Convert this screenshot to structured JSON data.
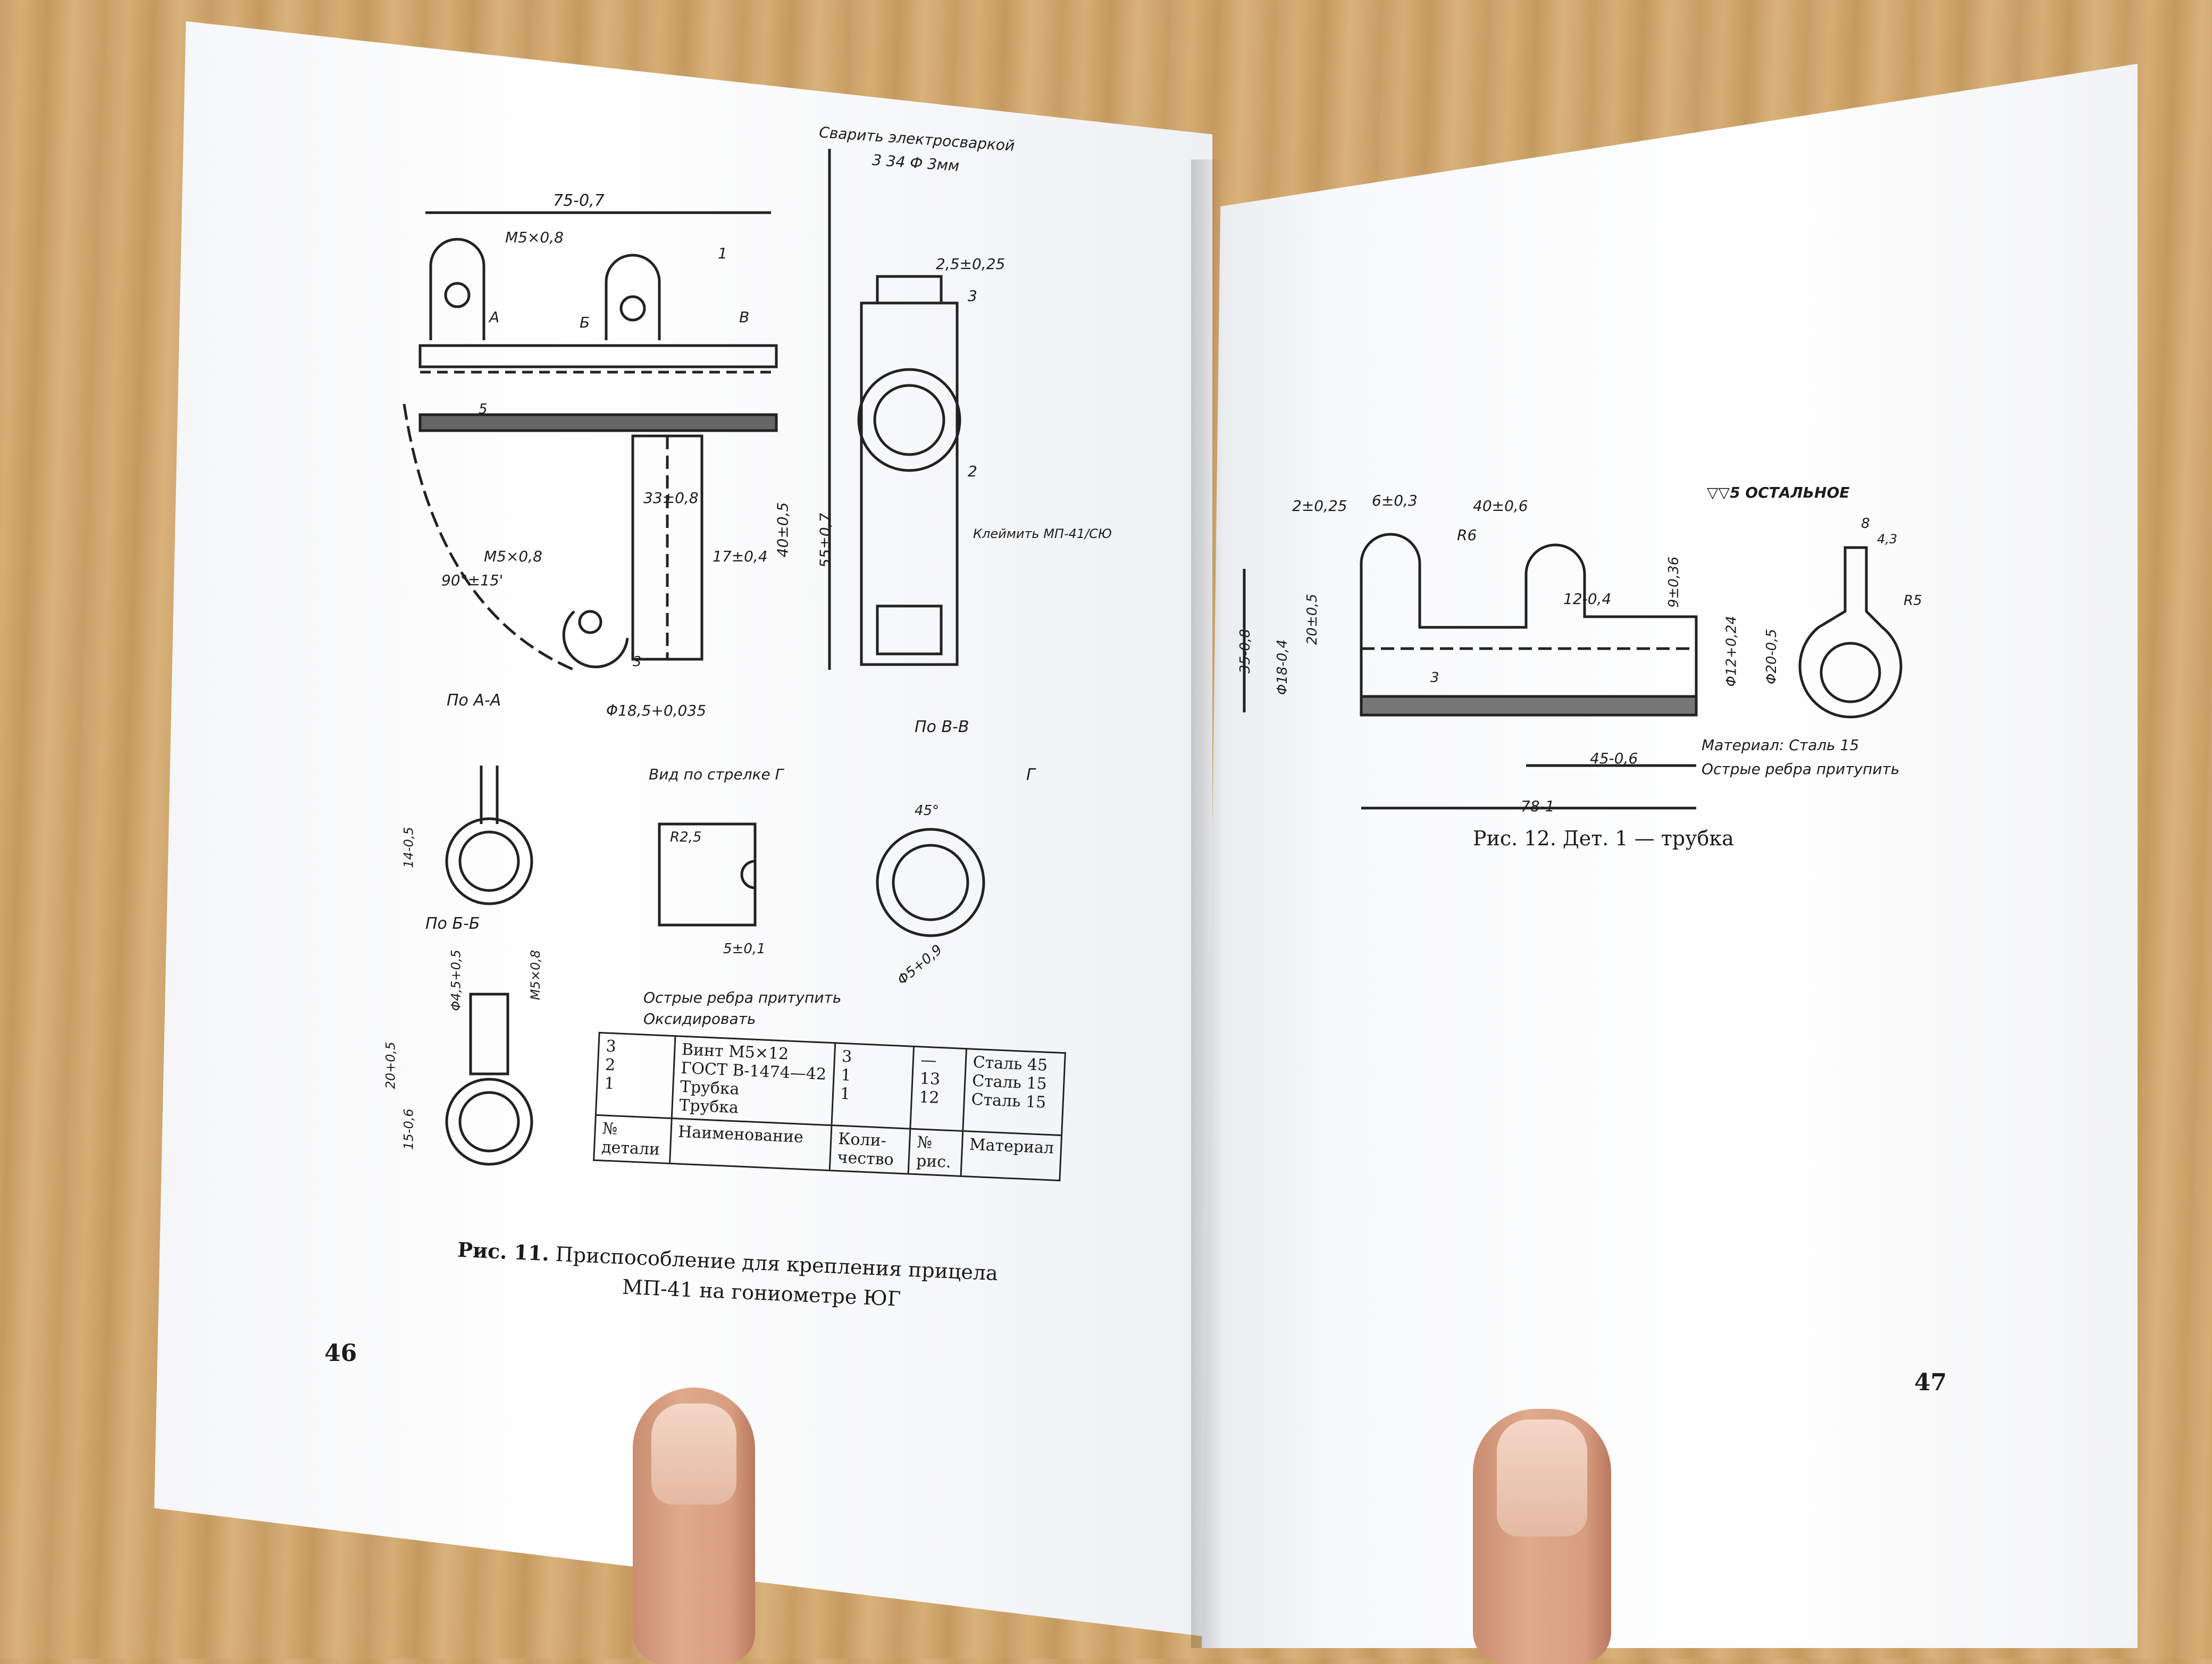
{
  "left_page": {
    "drawing_labels": {
      "weld_note_1": "Сварить электросваркой",
      "weld_note_2": "3 34 Ф 3мм",
      "dim_75": "75-0,7",
      "thread_top": "M5×0,8",
      "thread_left": "M5×0,8",
      "callout_1": "1",
      "callout_2": "2",
      "callout_3": "3",
      "dim_2_5": "2,5±0,25",
      "dim_33": "33±0,8",
      "dim_17": "17±0,4",
      "dim_40": "40±0,5",
      "dim_55": "55±0,7",
      "angle_90": "90°±15'",
      "dim_phi18": "Φ18,5+0,035",
      "stamp_note": "Клеймить МП-41/СЮ",
      "sec_A": "А",
      "sec_B": "Б",
      "sec_V": "В",
      "finish_5": "5",
      "finish_3": "3"
    },
    "section_views": {
      "view_AA": "По А-А",
      "view_BB": "По Б-Б",
      "view_VV": "По В-В",
      "view_arrow": "Вид по стрелке Г",
      "radius": "R2,5",
      "dim_5": "5±0,1",
      "angle_45": "45°",
      "dim_phi5": "Φ5+0,9",
      "arrow_G": "Г",
      "dim_14": "14-0,5",
      "dim_20": "20+0,5",
      "dim_15": "15-0,6",
      "dim_phi45": "Φ4,5+0,5",
      "dim_m5": "M5×0,8"
    },
    "notes": [
      "Острые ребра притупить",
      "Оксидировать"
    ],
    "table": {
      "headers": [
        "№ детали",
        "Наименование",
        "Коли- чество",
        "№ рис.",
        "Материал"
      ],
      "rows": [
        {
          "num": "3",
          "name": "Винт М5×12 ГОСТ В-1474—42",
          "qty": "3",
          "fig": "—",
          "mat": "Сталь 45"
        },
        {
          "num": "2",
          "name": "Трубка",
          "qty": "1",
          "fig": "13",
          "mat": "Сталь 15"
        },
        {
          "num": "1",
          "name": "Трубка",
          "qty": "1",
          "fig": "12",
          "mat": "Сталь 15"
        }
      ]
    },
    "caption_fig": "Рис. 11.",
    "caption_text_1": "Приспособление для крепления прицела",
    "caption_text_2": "МП-41 на гониометре ЮГ",
    "page_number": "46"
  },
  "right_page": {
    "drawing_labels": {
      "finish": "▽▽5 ОСТАЛЬНОЕ",
      "dim_2": "2±0,25",
      "dim_6": "6±0,3",
      "dim_40": "40±0,6",
      "radius_6": "R6",
      "dim_12": "12-0,4",
      "dim_9": "9±0,36",
      "dim_35": "35-0,8",
      "dim_20": "20±0,5",
      "dim_phi18": "Φ18-0,4",
      "dim_phi12": "Φ12+0,24",
      "dim_phi20": "Φ20-0,5",
      "finish_3": "3",
      "dim_45": "45-0,6",
      "dim_78": "78-1",
      "dim_8": "8",
      "dim_4_3": "4,3",
      "radius_5": "R5",
      "material": "Материал: Сталь 15",
      "edges": "Острые ребра притупить"
    },
    "caption": "Рис. 12. Дет. 1 — трубка",
    "page_number": "47"
  },
  "colors": {
    "paper": "#fbfbfc",
    "ink": "#1c1c1c",
    "wood": "#c9a068",
    "skin": "#d89d80"
  }
}
